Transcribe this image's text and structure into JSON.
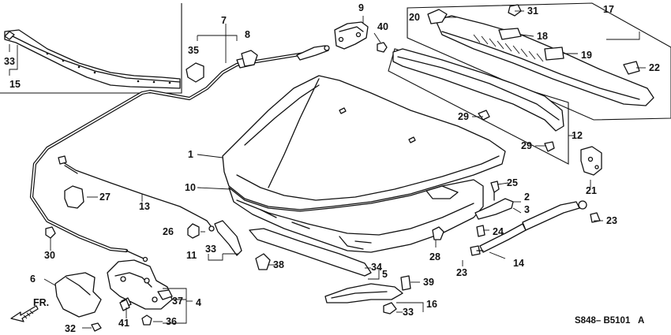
{
  "diagram": {
    "code": "S848– B5101",
    "code_suffix": "A",
    "direction_label": "FR.",
    "callouts": {
      "c1": "1",
      "c2": "2",
      "c3": "3",
      "c4": "4",
      "c5": "5",
      "c6": "6",
      "c7": "7",
      "c8": "8",
      "c9": "9",
      "c10": "10",
      "c11": "11",
      "c12": "12",
      "c13": "13",
      "c14": "14",
      "c15": "15",
      "c16": "16",
      "c17": "17",
      "c18": "18",
      "c19": "19",
      "c20": "20",
      "c21": "21",
      "c22": "22",
      "c23a": "23",
      "c23b": "23",
      "c24": "24",
      "c25": "25",
      "c26": "26",
      "c27": "27",
      "c28": "28",
      "c29a": "29",
      "c29b": "29",
      "c30": "30",
      "c31": "31",
      "c32": "32",
      "c33a": "33",
      "c33b": "33",
      "c33c": "33",
      "c34": "34",
      "c35": "35",
      "c36": "36",
      "c37": "37",
      "c38": "38",
      "c39": "39",
      "c40": "40",
      "c41": "41"
    }
  }
}
